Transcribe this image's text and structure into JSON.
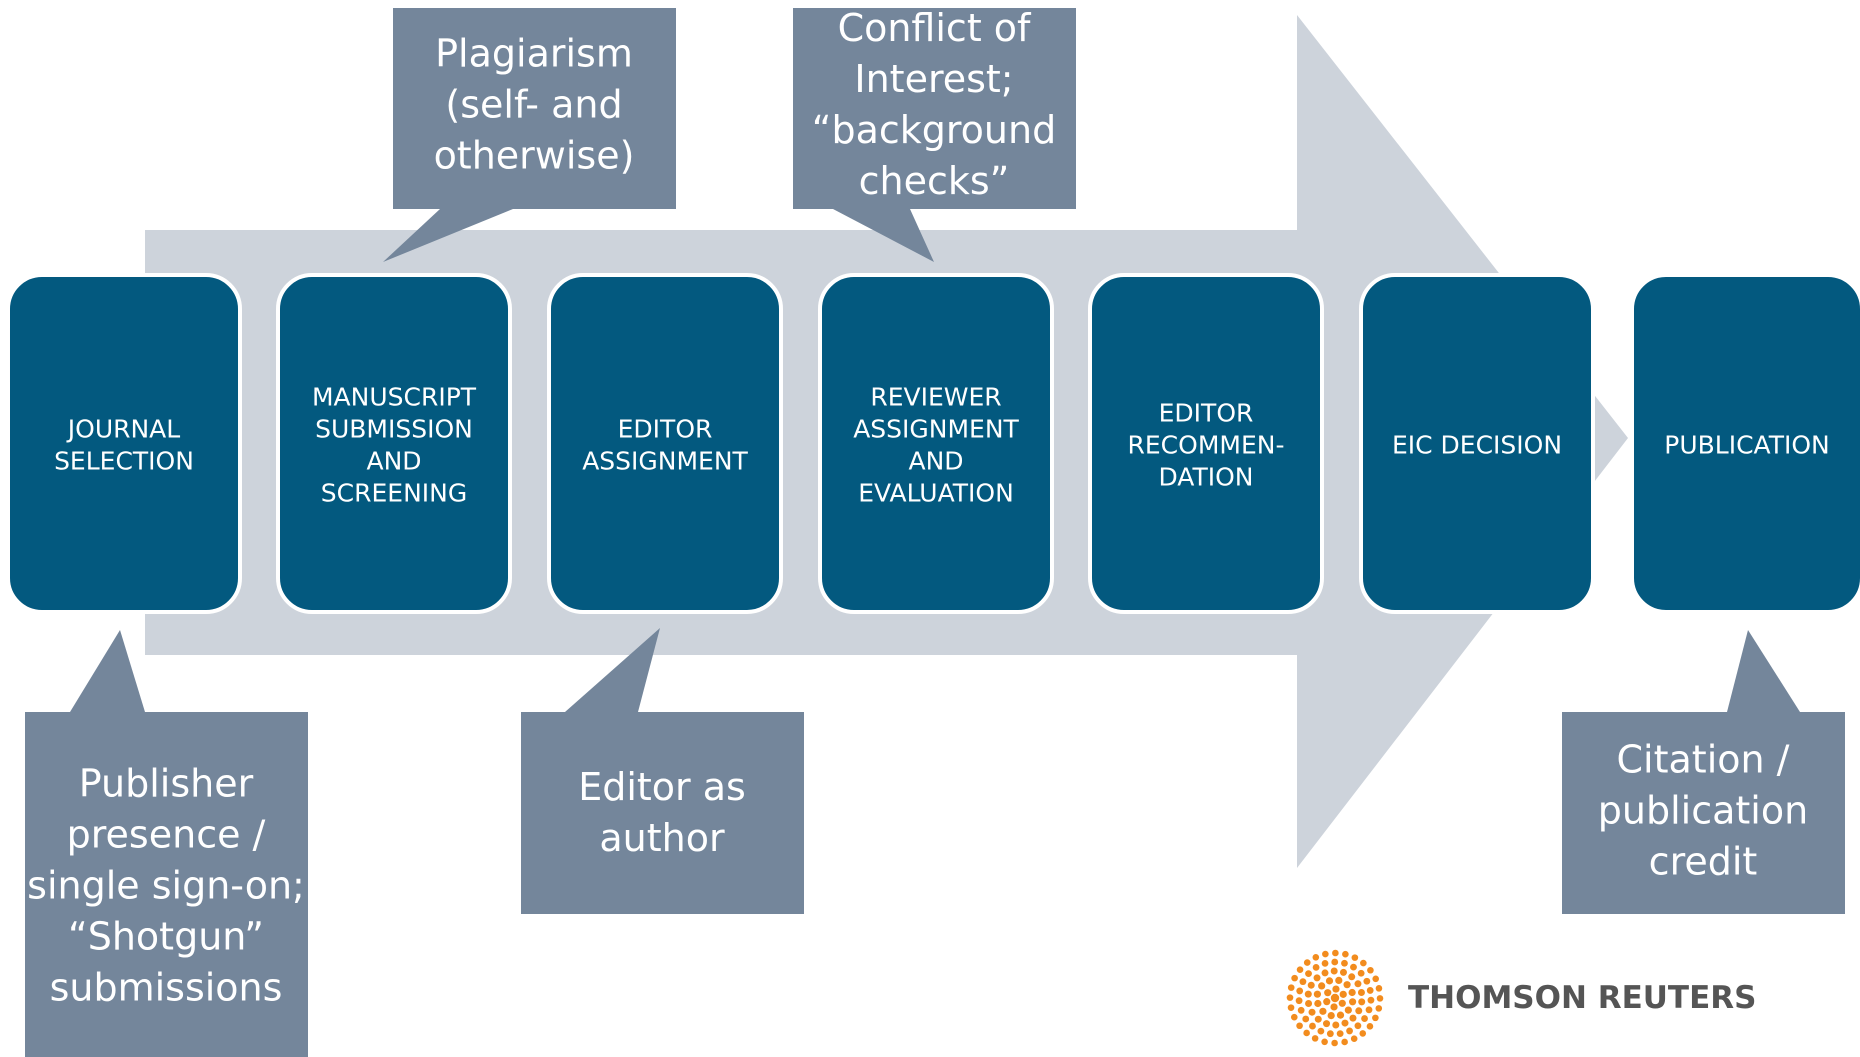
{
  "colors": {
    "arrow": "#cdd3db",
    "stage_fill": "#03597f",
    "stage_border": "#ffffff",
    "callout_fill": "#74869b",
    "logo_orange": "#f28c1e",
    "brand_text": "#555555"
  },
  "stages": [
    {
      "name": "stage-journal-selection",
      "lines": [
        "JOURNAL",
        "SELECTION"
      ]
    },
    {
      "name": "stage-manuscript-submission",
      "lines": [
        "MANUSCRIPT",
        "SUBMISSION",
        "AND",
        "SCREENING"
      ]
    },
    {
      "name": "stage-editor-assignment",
      "lines": [
        "EDITOR",
        "ASSIGNMENT"
      ]
    },
    {
      "name": "stage-reviewer-assignment",
      "lines": [
        "REVIEWER",
        "ASSIGNMENT",
        "AND",
        "EVALUATION"
      ]
    },
    {
      "name": "stage-editor-recommendation",
      "lines": [
        "EDITOR",
        "RECOMMEN-",
        "DATION"
      ]
    },
    {
      "name": "stage-eic-decision",
      "lines": [
        "EIC DECISION"
      ]
    },
    {
      "name": "stage-publication",
      "lines": [
        "PUBLICATION"
      ]
    }
  ],
  "callouts": [
    {
      "name": "callout-plagiarism",
      "lines": [
        "Plagiarism",
        "(self- and",
        "otherwise)"
      ]
    },
    {
      "name": "callout-conflict-of-interest",
      "lines": [
        "Conflict of",
        "Interest;",
        "“background",
        "checks”"
      ]
    },
    {
      "name": "callout-publisher-presence",
      "lines": [
        "Publisher",
        "presence /",
        "single sign-on;",
        "“Shotgun”",
        "submissions"
      ]
    },
    {
      "name": "callout-editor-as-author",
      "lines": [
        "Editor as",
        "author"
      ]
    },
    {
      "name": "callout-citation-credit",
      "lines": [
        "Citation /",
        "publication",
        "credit"
      ]
    }
  ],
  "logo": {
    "icon": "dotted-sphere-icon",
    "text": "THOMSON REUTERS"
  }
}
